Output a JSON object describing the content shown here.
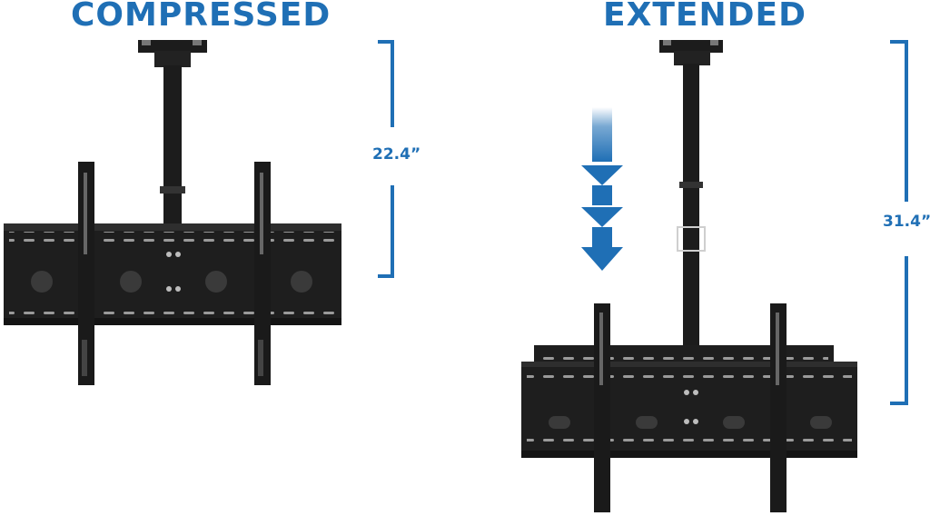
{
  "headings": {
    "compressed": "COMPRESSED",
    "extended": "EXTENDED"
  },
  "dimensions": {
    "compressed_height": "22.4”",
    "extended_height": "31.4”"
  },
  "colors": {
    "accent": "#1f6fb5",
    "mount": "#1c1c1c"
  },
  "icons": {
    "direction": "down-arrows-icon"
  }
}
